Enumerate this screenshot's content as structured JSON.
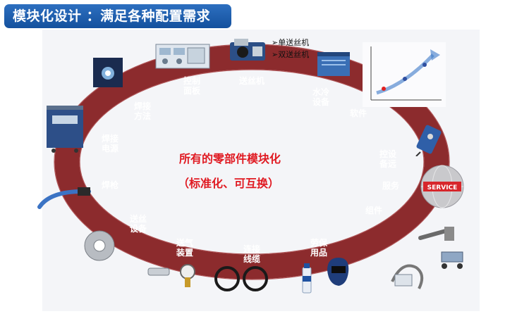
{
  "title": "模块化设计 ：满足各种配置需求",
  "ring_color": "#8c2b2d",
  "center": {
    "line1": "所有的零部件模块化",
    "line2": "（标准化、可互换）"
  },
  "segments": [
    "控制\n面板",
    "送丝机",
    "水冷\n设备",
    "软件",
    "控设\n备远",
    "服务",
    "组件",
    "劳保\n用品",
    "连接\n线缆",
    "送气\n装置",
    "送丝\n设备",
    "焊枪",
    "焊接\n电源",
    "焊接\n方法"
  ],
  "wire_feeder_options": [
    "单送丝机",
    "双送丝机"
  ],
  "service_text": "SERVICE",
  "icons": [
    "control-panel-icon",
    "wire-feeder-icon",
    "water-cooler-icon",
    "software-chart-icon",
    "remote-control-icon",
    "service-globe-icon",
    "torch-neck-icon",
    "trolley-icon",
    "welding-helmet-icon",
    "hose-icon",
    "cable-coil-icon",
    "gas-regulator-icon",
    "wire-spool-icon",
    "welding-gun-icon",
    "power-source-icon",
    "weld-arc-icon",
    "spray-can-icon",
    "clamp-icon"
  ]
}
